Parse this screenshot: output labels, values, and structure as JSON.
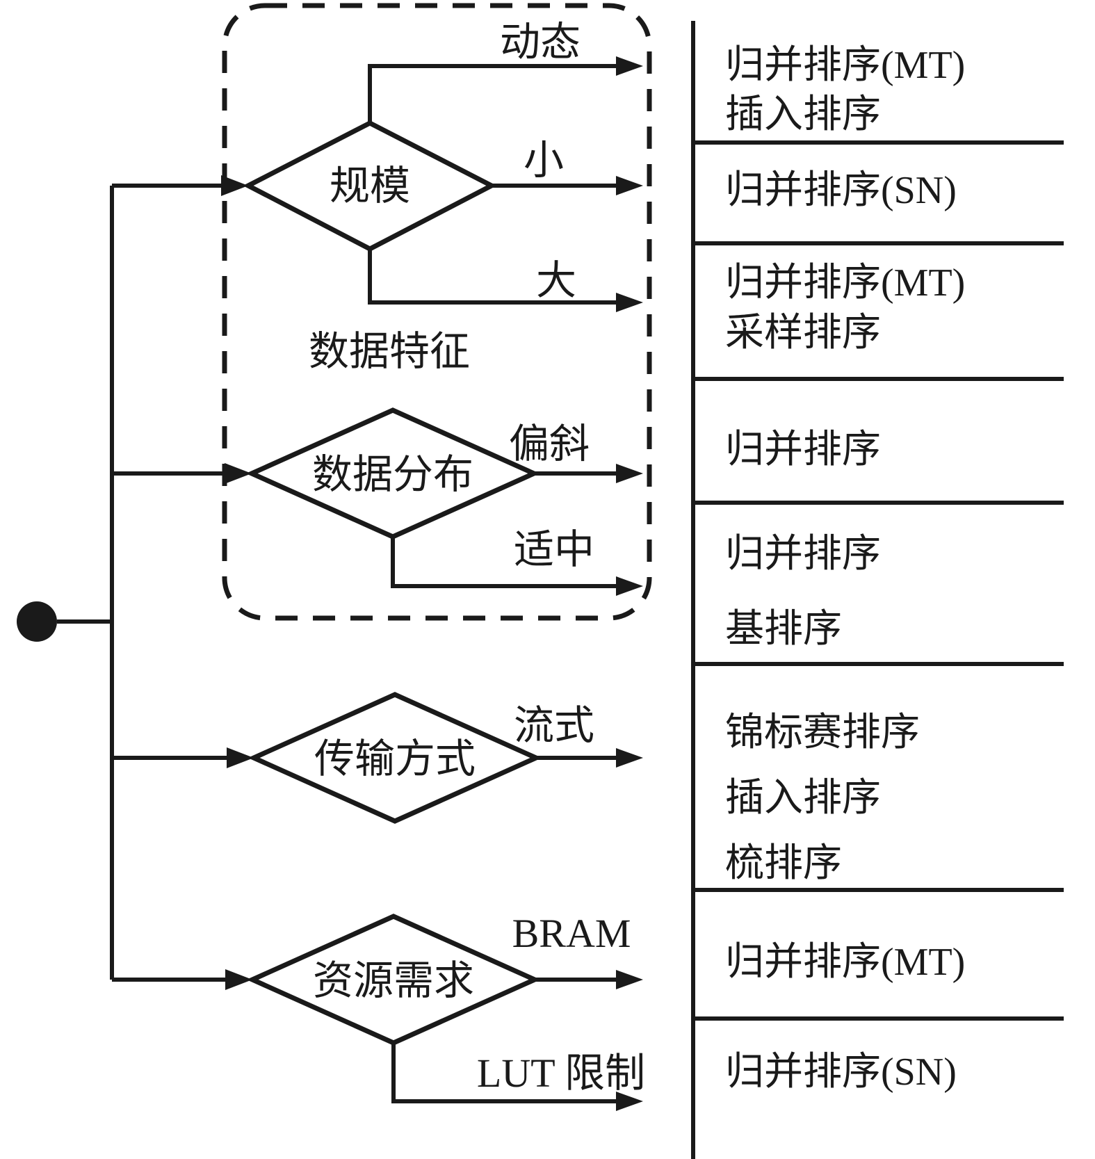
{
  "diagram": {
    "group_label": "数据特征",
    "decisions": [
      {
        "label": "规模",
        "branches": [
          {
            "label": "动态"
          },
          {
            "label": "小"
          },
          {
            "label": "大"
          }
        ]
      },
      {
        "label": "数据分布",
        "branches": [
          {
            "label": "偏斜"
          },
          {
            "label": "适中"
          }
        ]
      },
      {
        "label": "传输方式",
        "branches": [
          {
            "label": "流式"
          }
        ]
      },
      {
        "label": "资源需求",
        "branches": [
          {
            "label": "BRAM"
          },
          {
            "label": "LUT 限制"
          }
        ]
      }
    ]
  },
  "table": {
    "rows": [
      {
        "lines": [
          "归并排序(MT)",
          "插入排序"
        ]
      },
      {
        "lines": [
          "归并排序(SN)"
        ]
      },
      {
        "lines": [
          "归并排序(MT)",
          "采样排序"
        ]
      },
      {
        "lines": [
          "归并排序"
        ]
      },
      {
        "lines": [
          "归并排序",
          "基排序"
        ]
      },
      {
        "lines": [
          "锦标赛排序",
          "插入排序",
          "梳排序"
        ]
      },
      {
        "lines": [
          "归并排序(MT)"
        ]
      },
      {
        "lines": [
          "归并排序(SN)"
        ]
      }
    ]
  },
  "colors": {
    "ink": "#1a1a1a",
    "background": "#ffffff"
  }
}
